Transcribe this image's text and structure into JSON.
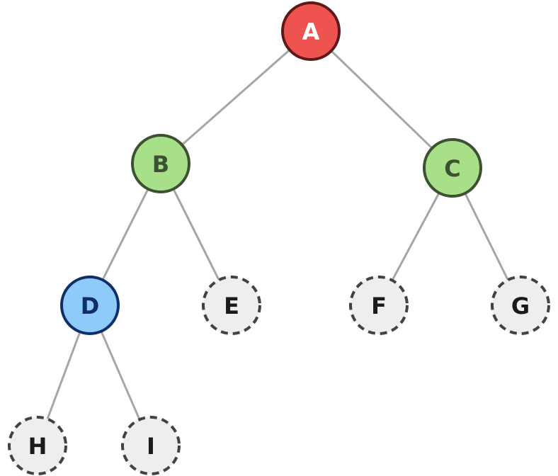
{
  "diagram": {
    "type": "binary-tree",
    "styles": {
      "root": {
        "fill": "#ef5350",
        "stroke": "#5e1a1a",
        "text": "#ffffff",
        "dashed": false
      },
      "visited": {
        "fill": "#a8e08a",
        "stroke": "#3b5131",
        "text": "#3b5131",
        "dashed": false
      },
      "current": {
        "fill": "#90caf9",
        "stroke": "#0d2f6b",
        "text": "#0d2f6b",
        "dashed": false
      },
      "pending": {
        "fill": "#eeeeee",
        "stroke": "#424242",
        "text": "#1a1a1a",
        "dashed": true
      }
    },
    "nodes": [
      {
        "id": "A",
        "label": "A",
        "state": "root"
      },
      {
        "id": "B",
        "label": "B",
        "state": "visited"
      },
      {
        "id": "C",
        "label": "C",
        "state": "visited"
      },
      {
        "id": "D",
        "label": "D",
        "state": "current"
      },
      {
        "id": "E",
        "label": "E",
        "state": "pending"
      },
      {
        "id": "F",
        "label": "F",
        "state": "pending"
      },
      {
        "id": "G",
        "label": "G",
        "state": "pending"
      },
      {
        "id": "H",
        "label": "H",
        "state": "pending"
      },
      {
        "id": "I",
        "label": "I",
        "state": "pending"
      }
    ],
    "edges": [
      {
        "from": "A",
        "to": "B"
      },
      {
        "from": "A",
        "to": "C"
      },
      {
        "from": "B",
        "to": "D"
      },
      {
        "from": "B",
        "to": "E"
      },
      {
        "from": "C",
        "to": "F"
      },
      {
        "from": "C",
        "to": "G"
      },
      {
        "from": "D",
        "to": "H"
      },
      {
        "from": "D",
        "to": "I"
      }
    ]
  }
}
